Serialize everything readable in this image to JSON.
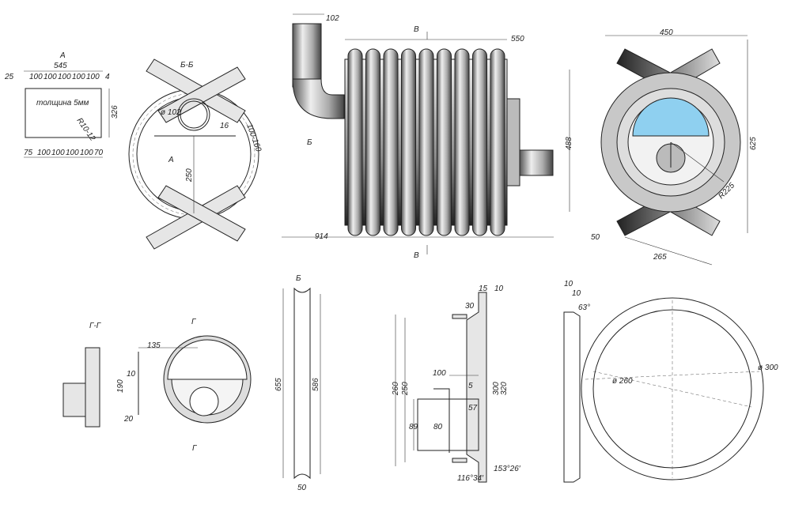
{
  "view_a": {
    "title": "А",
    "width": "545",
    "left": "25",
    "top_pitch": [
      "100",
      "100",
      "100",
      "100",
      "100"
    ],
    "right": "4",
    "thickness": "толщина 5мм",
    "radius": "R10-12",
    "height": "326",
    "bottom_pitch": [
      "75",
      "100",
      "100",
      "100",
      "100",
      "70"
    ]
  },
  "section_bb": {
    "title": "Б-Б",
    "pipe_dia": "ø 102",
    "gap": "16",
    "range": "100-160",
    "ref": "А",
    "height": "250"
  },
  "main_view": {
    "flue": "102",
    "section_top": "В",
    "width": "550",
    "ref": "Б",
    "length": "914",
    "section_bottom": "В"
  },
  "front_view": {
    "width": "450",
    "inner_height": "488",
    "height": "625",
    "radius": "R225",
    "leg_w": "50",
    "leg_len": "265"
  },
  "section_gg": {
    "title": "Г-Г",
    "width": "135",
    "mark_top": "Г",
    "gap": "10",
    "height": "190",
    "bottom": "20",
    "mark_bottom": "Г"
  },
  "view_b": {
    "title": "Б",
    "outer": "655",
    "inner": "586",
    "width": "50"
  },
  "door_section": {
    "d15": "15",
    "d10": "10",
    "d30": "30",
    "d100": "100",
    "d5": "5",
    "d260": "260",
    "d250": "250",
    "d300": "300",
    "d320": "320",
    "d57": "57",
    "d89": "89",
    "d80": "80",
    "angle1": "153°26′",
    "angle2": "116°34′"
  },
  "ring": {
    "t1": "10",
    "t2": "10",
    "angle": "63°",
    "inner_dia": "ø 260",
    "outer_dia": "ø 300"
  },
  "colors": {
    "glass": "#8fd0f0",
    "metal": "#9a9a9a"
  }
}
